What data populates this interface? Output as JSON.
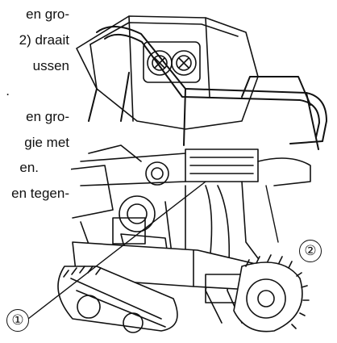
{
  "text_lines": [
    "en gro-",
    "2) draait",
    "ussen",
    ".",
    "en gro-",
    "gie met",
    "en.",
    "en tegen-"
  ],
  "callouts": {
    "one": "①",
    "two": "②"
  }
}
